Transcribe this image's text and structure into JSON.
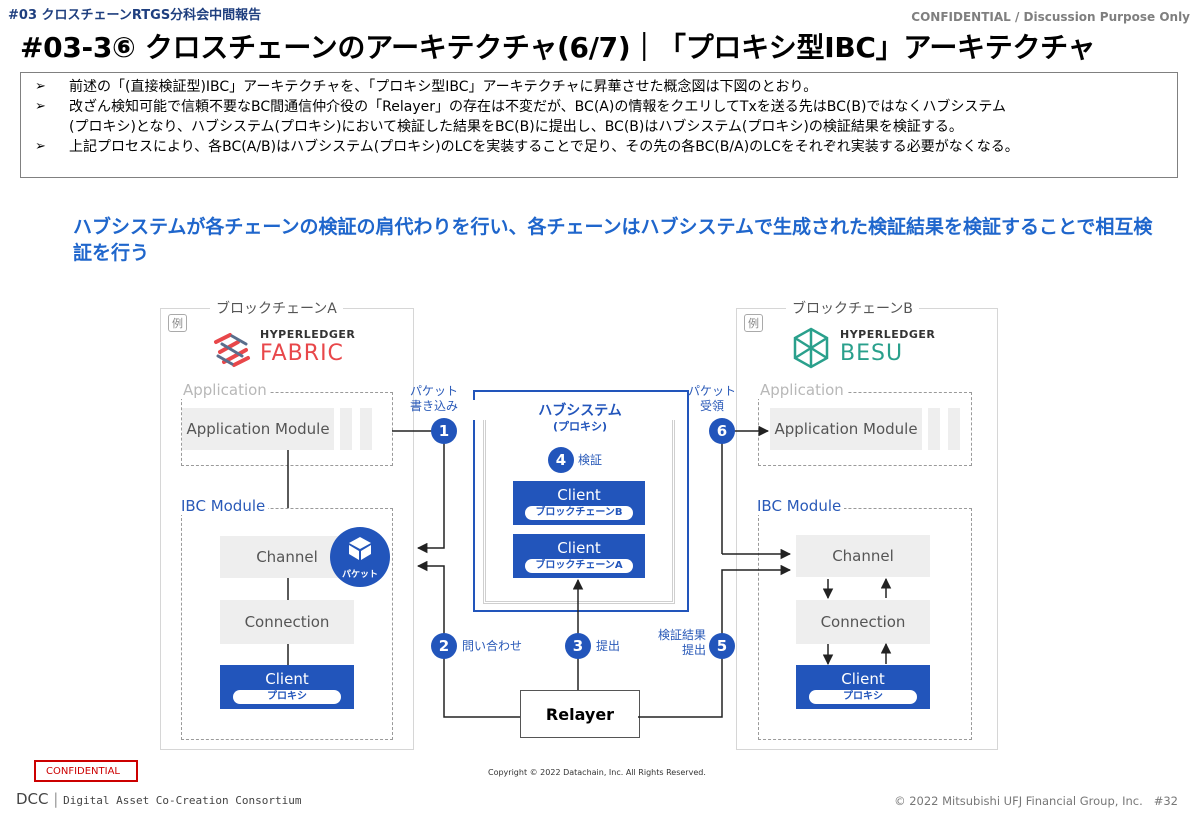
{
  "header": {
    "tag": "#03 クロスチェーンRTGS分科会中間報告",
    "confidential": "CONFIDENTIAL / Discussion Purpose Only",
    "title": "#03-3⑥ クロスチェーンのアーキテクチャ(6/7)｜「プロキシ型IBC」アーキテクチャ"
  },
  "bullets": {
    "marker": "➢",
    "items": [
      "前述の「(直接検証型)IBC」アーキテクチャを、「プロキシ型IBC」アーキテクチャに昇華させた概念図は下図のとおり。",
      "改ざん検知可能で信頼不要なBC間通信仲介役の「Relayer」の存在は不変だが、BC(A)の情報をクエリしてTxを送る先はBC(B)ではなくハブシステム",
      "(プロキシ)となり、ハブシステム(プロキシ)において検証した結果をBC(B)に提出し、BC(B)はハブシステム(プロキシ)の検証結果を検証する。",
      "上記プロセスにより、各BC(A/B)はハブシステム(プロキシ)のLCを実装することで足り、その先の各BC(B/A)のLCをそれぞれ実装する必要がなくなる。"
    ]
  },
  "lead": "ハブシステムが各チェーンの検証の肩代わりを行い、各チェーンはハブシステムで生成された検証結果を検証することで相互検証を行う",
  "diagram": {
    "chain_a": {
      "title": "ブロックチェーンA",
      "example": "例",
      "logo_top": "HYPERLEDGER",
      "logo_main": "FABRIC",
      "application": "Application",
      "app_module": "Application Module",
      "ibc_module": "IBC Module",
      "channel": "Channel",
      "connection": "Connection",
      "client": "Client",
      "client_sub": "プロキシ",
      "packet": "パケット"
    },
    "chain_b": {
      "title": "ブロックチェーンB",
      "example": "例",
      "logo_top": "HYPERLEDGER",
      "logo_main": "BESU",
      "application": "Application",
      "app_module": "Application Module",
      "ibc_module": "IBC Module",
      "channel": "Channel",
      "connection": "Connection",
      "client": "Client",
      "client_sub": "プロキシ"
    },
    "hub": {
      "title": "ハブシステム",
      "subtitle": "(プロキシ)",
      "verify_label": "検証",
      "client_b": "Client",
      "client_b_sub": "ブロックチェーンB",
      "client_a": "Client",
      "client_a_sub": "ブロックチェーンA"
    },
    "relayer": "Relayer",
    "steps": [
      {
        "num": "1",
        "label_1": "パケット",
        "label_2": "書き込み"
      },
      {
        "num": "2",
        "label_1": "問い合わせ",
        "label_2": ""
      },
      {
        "num": "3",
        "label_1": "提出",
        "label_2": ""
      },
      {
        "num": "4",
        "label_1": "検証",
        "label_2": ""
      },
      {
        "num": "5",
        "label_1": "検証結果",
        "label_2": "提出"
      },
      {
        "num": "6",
        "label_1": "パケット",
        "label_2": "受領"
      }
    ],
    "copyright": "Copyright © 2022 Datachain, Inc.  All Rights Reserved."
  },
  "footer": {
    "confidential_stamp": "CONFIDENTIAL",
    "dcc": "DCC",
    "dcc_sub": "Digital Asset Co-Creation Consortium",
    "copyright": "© 2022 Mitsubishi UFJ Financial Group, Inc.",
    "page": "#32"
  },
  "colors": {
    "accent_blue": "#2255bb",
    "lead_blue": "#1f66cc",
    "header_navy": "#1f3f7f",
    "fabric_red": "#e8474a",
    "besu_teal": "#2aa08c",
    "stamp_red": "#cc0000"
  }
}
